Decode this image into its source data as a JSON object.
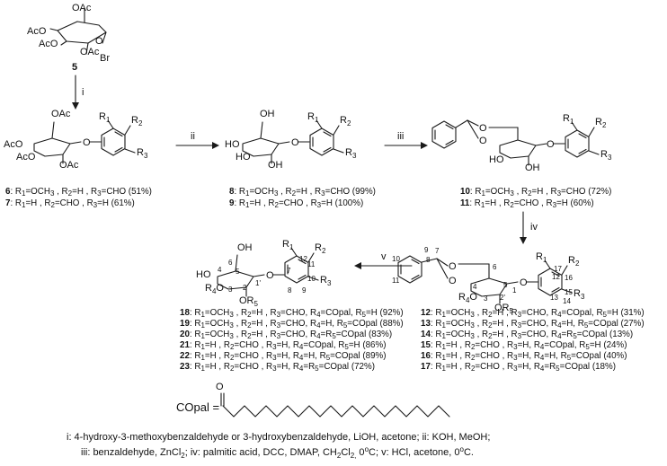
{
  "atoms": {
    "oac": "OAc",
    "ho": "HO",
    "oh": "OH",
    "br": "Br",
    "o": "O",
    "r1": "R",
    "r2": "R",
    "r3": "R",
    "r4o": "R",
    "r5": "R",
    "sub1": "1",
    "sub2": "2",
    "sub3": "3",
    "sub4": "4",
    "sub5": "5"
  },
  "compound_5": {
    "number": "5"
  },
  "numbering": {
    "n1": "1",
    "n2": "2",
    "n3": "3",
    "n4": "4",
    "n5": "5",
    "n6": "6",
    "n7": "7",
    "n8": "8",
    "n9": "9",
    "n10": "10",
    "n11": "11",
    "n12": "12",
    "n13": "13",
    "n14": "14",
    "n15": "15",
    "n16": "16",
    "n17": "17",
    "n2p": "2'",
    "n1p": "1'"
  },
  "steps": {
    "i": "i",
    "ii": "ii",
    "iii": "iii",
    "iv": "iv",
    "v": "v"
  },
  "captions": {
    "c6": {
      "num": "6",
      "text": ": R1=OCH3 , R2=H , R3=CHO (51%)"
    },
    "c7": {
      "num": "7",
      "text": ": R1=H , R2=CHO , R3=H (61%)"
    },
    "c8": {
      "num": "8",
      "text": ": R1=OCH3 , R2=H , R3=CHO (99%)"
    },
    "c9": {
      "num": "9",
      "text": ": R1=H , R2=CHO , R3=H (100%)"
    },
    "c10": {
      "num": "10",
      "text": ": R1=OCH3 , R2=H , R3=CHO (72%)"
    },
    "c11": {
      "num": "11",
      "text": ": R1=H , R2=CHO , R3=H (60%)"
    },
    "c12": {
      "num": "12",
      "text": ": R1=OCH3 , R2=H , R3=CHO, R4=COpal, R5=H (31%)"
    },
    "c13": {
      "num": "13",
      "text": ": R1=OCH3 , R2=H , R3=CHO, R4=H, R5=COpal (27%)"
    },
    "c14": {
      "num": "14",
      "text": ": R1=OCH3 , R2=H , R3=CHO, R4=R5=COpal (13%)"
    },
    "c15": {
      "num": "15",
      "text": ": R1=H , R2=CHO , R3=H, R4=COpal, R5=H (24%)"
    },
    "c16": {
      "num": "16",
      "text": ": R1=H , R2=CHO , R3=H, R4=H, R5=COpal (40%)"
    },
    "c17": {
      "num": "17",
      "text": ": R1=H , R2=CHO , R3=H, R4=R5=COpal (18%)"
    },
    "c18": {
      "num": "18",
      "text": ": R1=OCH3 , R2=H , R3=CHO, R4=COpal, R5=H (92%)"
    },
    "c19": {
      "num": "19",
      "text": ": R1=OCH3 , R2=H , R3=CHO, R4=H, R5=COpal (88%)"
    },
    "c20": {
      "num": "20",
      "text": ": R1=OCH3 , R2=H , R3=CHO, R4=R5=COpal (83%)"
    },
    "c21": {
      "num": "21",
      "text": ": R1=H , R2=CHO , R3=H, R4=COpal, R5=H (86%)"
    },
    "c22": {
      "num": "22",
      "text": ": R1=H , R2=CHO , R3=H, R4=H, R5=COpal (89%)"
    },
    "c23": {
      "num": "23",
      "text": ": R1=H , R2=CHO , R3=H, R4=R5=COpal (72%)"
    }
  },
  "copal": {
    "label": "COpal =",
    "o": "O"
  },
  "conditions": {
    "line1": "i: 4-hydroxy-3-methoxybenzaldehyde or 3-hydroxybenzaldehyde, LiOH, acetone; ii: KOH, MeOH;",
    "line2": "iii: benzaldehyde, ZnCl2; iv: palmitic acid, DCC, DMAP, CH2Cl2, 0oC; v: HCl, acetone, 0oC."
  }
}
